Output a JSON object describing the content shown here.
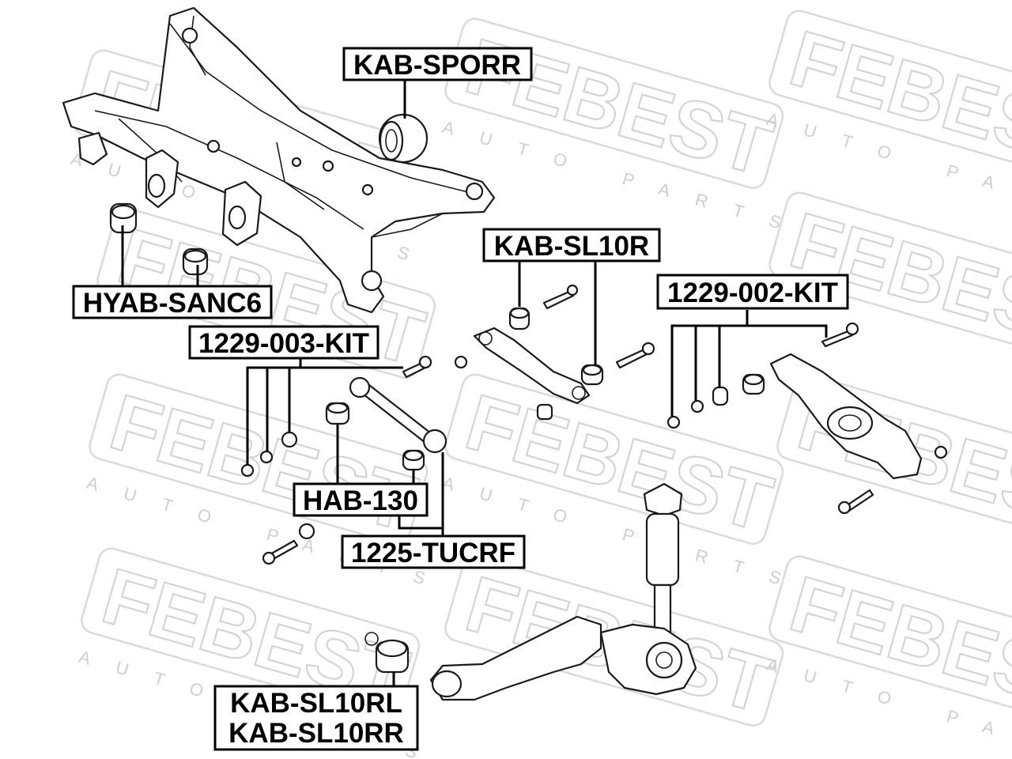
{
  "watermark": {
    "brand": "FEBEST",
    "tagline": "AUTO PARTS"
  },
  "part_labels": {
    "kab_sporr": "KAB-SPORR",
    "hyab_sanc6": "HYAB-SANC6",
    "kab_sl10r": "KAB-SL10R",
    "kit_1229_002": "1229-002-KIT",
    "kit_1229_003": "1229-003-KIT",
    "hab_130": "HAB-130",
    "tucrf_1225": "1225-TUCRF",
    "kab_sl10rl": "KAB-SL10RL",
    "kab_sl10rr": "KAB-SL10RR"
  },
  "colors": {
    "line": "#000000",
    "watermark": "#d4d4d4",
    "background": "#ffffff"
  }
}
